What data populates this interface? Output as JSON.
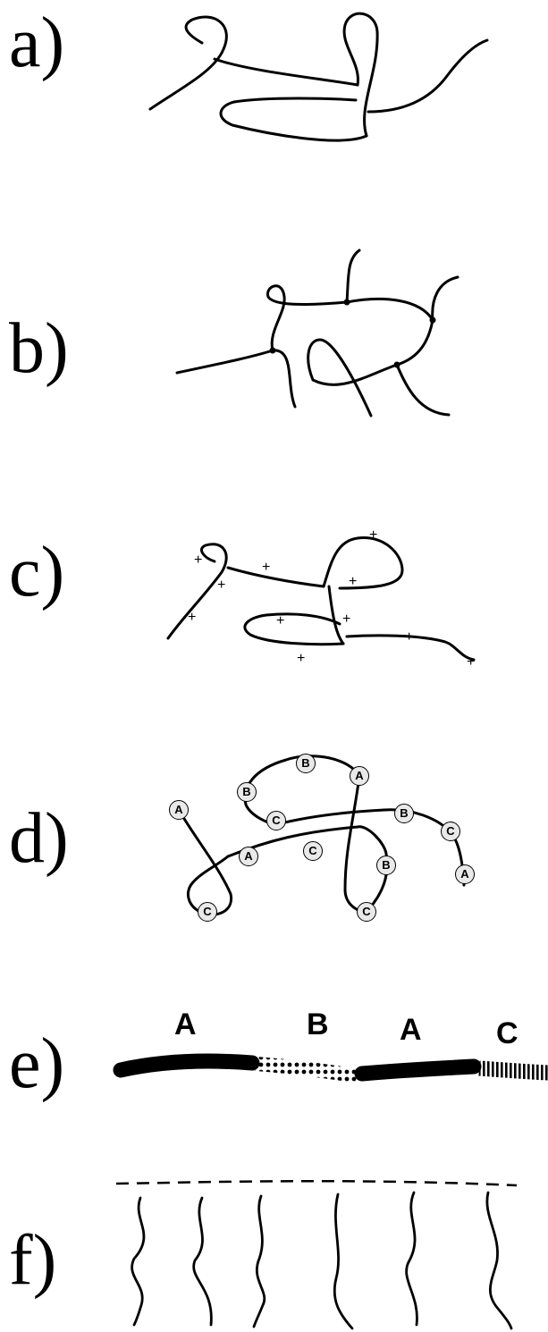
{
  "panels": {
    "a": {
      "label": "a)"
    },
    "b": {
      "label": "b)"
    },
    "c": {
      "label": "c)",
      "marker": "+"
    },
    "d": {
      "label": "d)",
      "beads": [
        "A",
        "B",
        "B",
        "C",
        "A",
        "C",
        "C",
        "B",
        "A",
        "B",
        "C",
        "A",
        "C"
      ]
    },
    "e": {
      "label": "e)",
      "blocks": [
        "A",
        "B",
        "A",
        "C"
      ]
    },
    "f": {
      "label": "f)"
    }
  }
}
